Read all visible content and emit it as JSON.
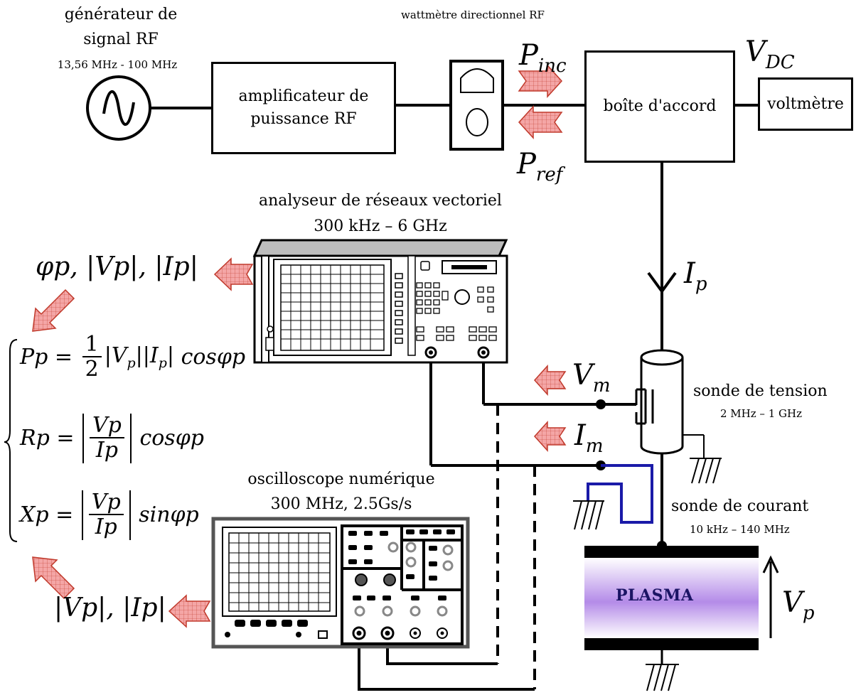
{
  "generator": {
    "label_line1": "générateur de",
    "label_line2": "signal RF",
    "freq_range": "13,56 MHz - 100 MHz"
  },
  "amplifier": {
    "line1": "amplificateur de",
    "line2": "puissance RF"
  },
  "wattmeter": {
    "label": "wattmètre directionnel RF"
  },
  "tuner": {
    "label": "boîte d'accord"
  },
  "voltmeter": {
    "label": "voltmètre"
  },
  "power_labels": {
    "inc_base": "P",
    "inc_sub": "inc",
    "ref_base": "P",
    "ref_sub": "ref"
  },
  "vdc_label": {
    "base": "V",
    "sub": "DC"
  },
  "vna": {
    "label_line1": "analyseur de réseaux vectoriel",
    "label_line2": "300 kHz – 6 GHz"
  },
  "oscilloscope": {
    "label_line1": "oscilloscope numérique",
    "label_line2": "300 MHz, 2.5Gs/s"
  },
  "voltage_probe": {
    "label": "sonde de tension",
    "range": "2 MHz – 1 GHz"
  },
  "current_probe": {
    "label": "sonde de courant",
    "range": "10 kHz – 140 MHz"
  },
  "plasma": {
    "label": "PLASMA"
  },
  "signals": {
    "ip": {
      "base": "I",
      "sub": "p"
    },
    "vm": {
      "base": "V",
      "sub": "m"
    },
    "im": {
      "base": "I",
      "sub": "m"
    },
    "vp": {
      "base": "V",
      "sub": "p"
    }
  },
  "vna_outputs": {
    "text": "φp, |Vp|, |Ip|"
  },
  "scope_outputs": {
    "text": "|Vp|, |Ip|"
  },
  "equations": {
    "pp_lhs": "Pp",
    "pp_rhs": "cosφp",
    "pp_half_num": "1",
    "pp_half_den": "2",
    "rp_lhs": "Rp",
    "rp_rhs": "cosφp",
    "xp_lhs": "Xp",
    "xp_rhs": "sinφp",
    "frac_num": "Vp",
    "frac_den": "Ip"
  },
  "colors": {
    "line": "#000000",
    "arrow_fill": "#f4a6a6",
    "arrow_stroke": "#c0392b",
    "current_probe_wire": "#1a1aa8",
    "plasma_gradient_top": "#ffffff",
    "plasma_gradient_mid": "#a881e6",
    "plasma_text": "#1b1464"
  }
}
